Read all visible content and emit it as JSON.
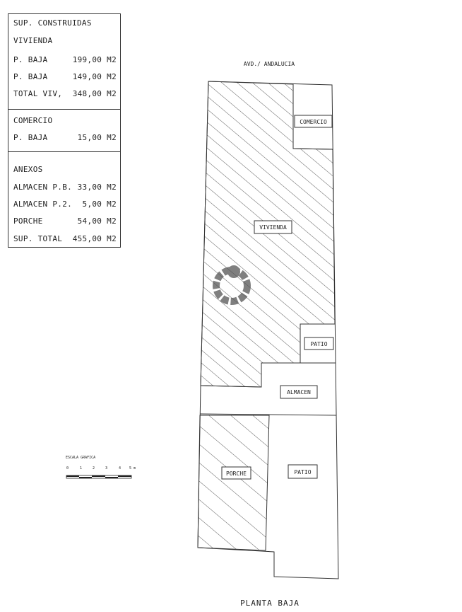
{
  "table": {
    "title": "SUP. CONSTRUIDAS",
    "vivienda": {
      "heading": "VIVIENDA",
      "rows": [
        {
          "label": "P. BAJA",
          "value": "199,00 M2"
        },
        {
          "label": "P. BAJA",
          "value": "149,00 M2"
        },
        {
          "label": "TOTAL VIV,",
          "value": "348,00 M2"
        }
      ]
    },
    "comercio": {
      "heading": "COMERCIO",
      "rows": [
        {
          "label": "P. BAJA",
          "value": "15,00 M2"
        }
      ]
    },
    "anexos": {
      "heading": "ANEXOS",
      "rows": [
        {
          "label": "ALMACEN P.B.",
          "value": "33,00 M2"
        },
        {
          "label": "ALMACEN P.2.",
          "value": "5,00 M2"
        },
        {
          "label": "PORCHE",
          "value": "54,00 M2"
        },
        {
          "label": "SUP. TOTAL",
          "value": "455,00 M2"
        }
      ]
    }
  },
  "plan": {
    "street": "AVD./ ANDALUCIA",
    "rooms": {
      "comercio": "COMERCIO",
      "vivienda": "VIVIENDA",
      "patio_upper": "PATIO",
      "almacen": "ALMACEN",
      "porche": "PORCHE",
      "patio_lower": "PATIO"
    },
    "caption": "PLANTA BAJA"
  },
  "scale": {
    "title": "ESCALA GRAFICA",
    "ticks": [
      "0",
      "1",
      "2",
      "3",
      "4",
      "5 m"
    ]
  }
}
